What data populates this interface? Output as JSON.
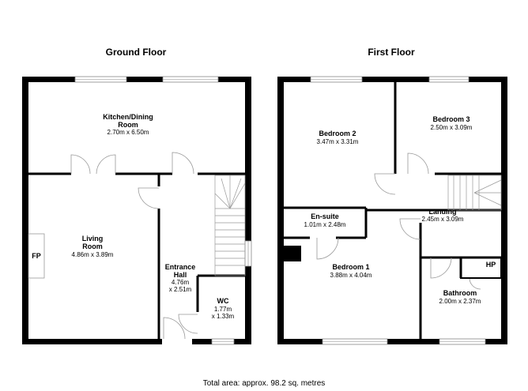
{
  "ground_floor": {
    "title": "Ground Floor",
    "kitchen": {
      "name_line1": "Kitchen/Dining",
      "name_line2": "Room",
      "dims": "2.70m x 6.50m"
    },
    "living": {
      "name_line1": "Living",
      "name_line2": "Room",
      "dims": "4.86m x 3.89m"
    },
    "fp_label": "FP",
    "hall": {
      "name_line1": "Entrance",
      "name_line2": "Hall",
      "dims_line1": "4.76m",
      "dims_line2": "x 2.51m"
    },
    "wc": {
      "name": "WC",
      "dims_line1": "1.77m",
      "dims_line2": "x 1.33m"
    }
  },
  "first_floor": {
    "title": "First Floor",
    "bedroom2": {
      "name": "Bedroom 2",
      "dims": "3.47m x 3.31m"
    },
    "bedroom3": {
      "name": "Bedroom 3",
      "dims": "2.50m x 3.09m"
    },
    "ensuite": {
      "name": "En-suite",
      "dims": "1.01m x 2.48m"
    },
    "landing": {
      "name": "Landing",
      "dims": "2.45m x 3.09m"
    },
    "bedroom1": {
      "name": "Bedroom 1",
      "dims": "3.88m x 4.04m"
    },
    "bathroom": {
      "name": "Bathroom",
      "dims": "2.00m x 2.37m"
    },
    "hp_label": "HP"
  },
  "footer": {
    "total_area": "Total area: approx. 98.2 sq. metres"
  }
}
